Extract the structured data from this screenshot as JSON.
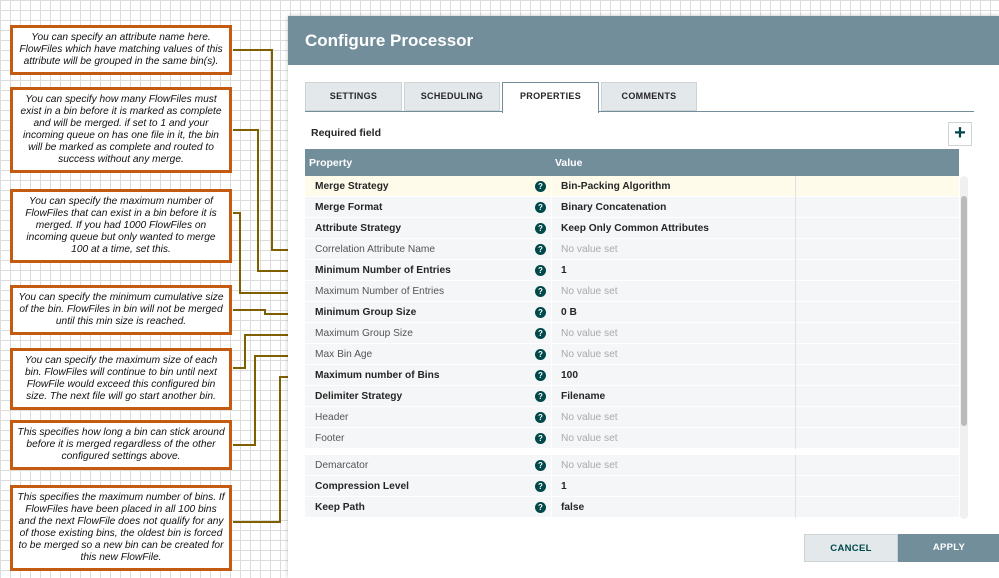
{
  "notes": [
    "You can specify an attribute name here. FlowFiles which have matching values of this attribute will be grouped in the same bin(s).",
    "You can specify how many FlowFiles must exist in a bin before it is marked as complete and will be merged. if set to 1 and your incoming queue on has one file in it, the bin will be marked as complete and routed to success without any merge.",
    "You can specify the maximum number of FlowFiles that can exist in a bin before it is merged. If you had 1000 FlowFiles on incoming queue but only wanted to merge 100 at a time, set this.",
    "You can specify the minimum cumulative size of the bin. FlowFiles in bin will not be merged until this min size is reached.",
    "You can specify the maximum size of each bin. FlowFiles will continue to bin until next FlowFile would exceed this configured bin size. The next file will go start another bin.",
    "This specifies how long a bin can stick around before it is merged regardless of the other configured settings above.",
    "This specifies the maximum number of bins. If FlowFiles have been placed in all 100 bins and the next FlowFile does not qualify for any of those existing bins, the oldest bin is forced to be merged so a new bin can be created for this new FlowFile."
  ],
  "dialog": {
    "title": "Configure Processor",
    "tabs": [
      "SETTINGS",
      "SCHEDULING",
      "PROPERTIES",
      "COMMENTS"
    ],
    "active_tab": "PROPERTIES",
    "required_label": "Required field",
    "add_symbol": "+",
    "columns": {
      "property": "Property",
      "value": "Value"
    },
    "help_symbol": "?",
    "properties": [
      {
        "name": "Merge Strategy",
        "value": "Bin-Packing Algorithm"
      },
      {
        "name": "Merge Format",
        "value": "Binary Concatenation"
      },
      {
        "name": "Attribute Strategy",
        "value": "Keep Only Common Attributes"
      },
      {
        "name": "Correlation Attribute Name",
        "value": "No value set"
      },
      {
        "name": "Minimum Number of Entries",
        "value": "1"
      },
      {
        "name": "Maximum Number of Entries",
        "value": "No value set"
      },
      {
        "name": "Minimum Group Size",
        "value": "0 B"
      },
      {
        "name": "Maximum Group Size",
        "value": "No value set"
      },
      {
        "name": "Max Bin Age",
        "value": "No value set"
      },
      {
        "name": "Maximum number of Bins",
        "value": "100"
      },
      {
        "name": "Delimiter Strategy",
        "value": "Filename"
      },
      {
        "name": "Header",
        "value": "No value set"
      },
      {
        "name": "Footer",
        "value": "No value set"
      },
      {
        "name": "Demarcator",
        "value": "No value set"
      },
      {
        "name": "Compression Level",
        "value": "1"
      },
      {
        "name": "Keep Path",
        "value": "false"
      }
    ],
    "cancel_label": "CANCEL",
    "apply_label": "APPLY"
  },
  "colors": {
    "header": "#728e9b",
    "note_border": "#c55a11",
    "arrow": "#7f6000",
    "selected_row": "#fffbea"
  }
}
